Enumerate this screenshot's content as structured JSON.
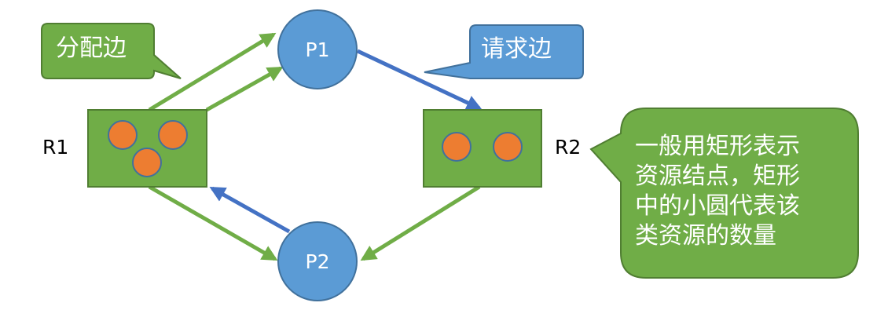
{
  "colors": {
    "green": "#70ad47",
    "green_border": "#507e32",
    "blue": "#5b9bd5",
    "blue_border": "#41719c",
    "arrow_blue": "#4472c4",
    "orange": "#ed7d31"
  },
  "processes": {
    "p1": "P1",
    "p2": "P2"
  },
  "resources": {
    "r1": {
      "label": "R1",
      "instances": 3
    },
    "r2": {
      "label": "R2",
      "instances": 2
    }
  },
  "callouts": {
    "assignment_edge": "分配边",
    "request_edge": "请求边",
    "note_lines": [
      "一般用矩形表示",
      "资源结点，矩形",
      "中的小圆代表该",
      "类资源的数量"
    ]
  }
}
